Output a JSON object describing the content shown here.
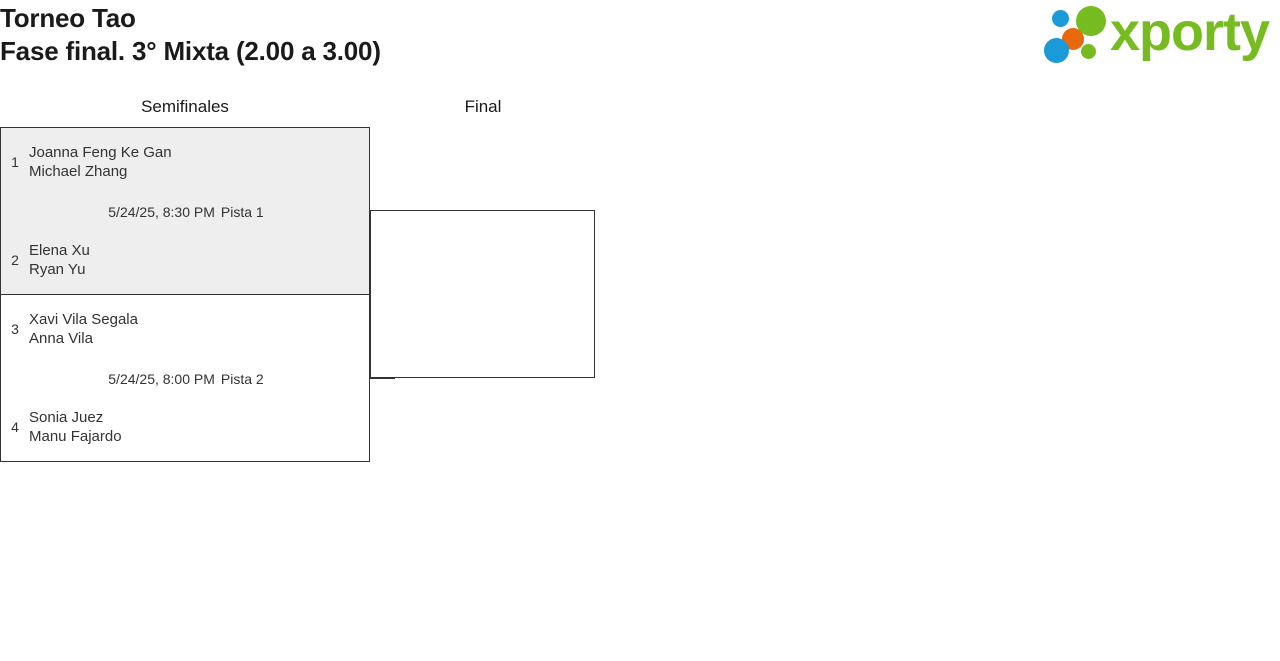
{
  "header": {
    "tournament_title": "Torneo Tao",
    "phase_title": "Fase final. 3° Mixta (2.00 a 3.00)"
  },
  "brand": {
    "name": "xporty",
    "colors": {
      "green": "#76bc21",
      "blue": "#1b9ad8",
      "orange": "#e8690b"
    }
  },
  "bracket": {
    "rounds": [
      {
        "key": "semifinals",
        "label": "Semifinales"
      },
      {
        "key": "final",
        "label": "Final"
      }
    ],
    "semifinals": [
      {
        "highlighted": true,
        "datetime": "5/24/25, 8:30 PM",
        "court": "Pista 1",
        "teams": [
          {
            "seed": "1",
            "player1": "Joanna Feng Ke Gan",
            "player2": "Michael Zhang"
          },
          {
            "seed": "2",
            "player1": "Elena Xu",
            "player2": "Ryan Yu"
          }
        ]
      },
      {
        "highlighted": false,
        "datetime": "5/24/25, 8:00 PM",
        "court": "Pista 2",
        "teams": [
          {
            "seed": "3",
            "player1": "Xavi Vila Segala",
            "player2": "Anna Vila"
          },
          {
            "seed": "4",
            "player1": "Sonia Juez",
            "player2": "Manu Fajardo"
          }
        ]
      }
    ],
    "final": {
      "datetime": "",
      "court": "",
      "teams": [
        {
          "seed": "",
          "player1": "",
          "player2": ""
        },
        {
          "seed": "",
          "player1": "",
          "player2": ""
        }
      ]
    }
  }
}
